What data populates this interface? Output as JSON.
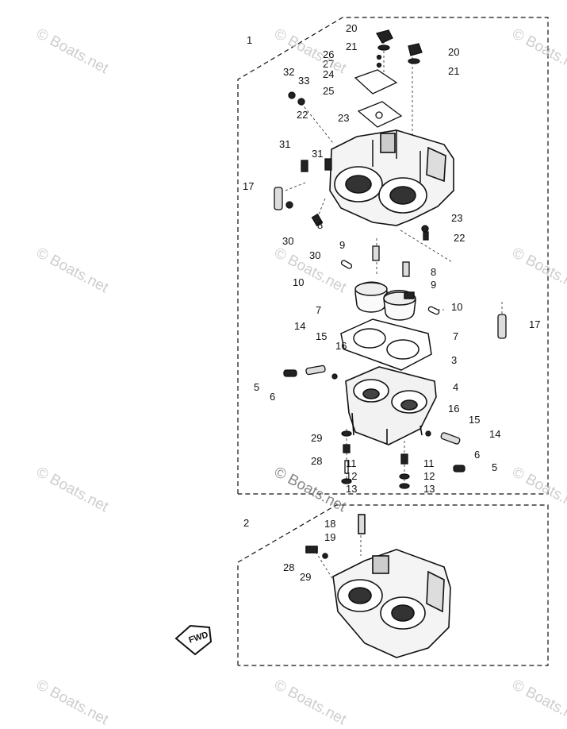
{
  "watermark": "© Boats.net",
  "fwd_label": "FWD",
  "groups": [
    "1",
    "2"
  ],
  "labels": {
    "l20a": "20",
    "l21a": "21",
    "l26": "26",
    "l27": "27",
    "l24": "24",
    "l25": "25",
    "l20b": "20",
    "l21b": "21",
    "l32": "32",
    "l33": "33",
    "l22a": "22",
    "l23a": "23",
    "l31a": "31",
    "l31b": "31",
    "l17a": "17",
    "l30a": "30",
    "l30b": "30",
    "l8a": "8",
    "l23b": "23",
    "l22b": "22",
    "l9a": "9",
    "l8b": "8",
    "l9b": "9",
    "l10a": "10",
    "l7a": "7",
    "l10b": "10",
    "l17b": "17",
    "l14a": "14",
    "l15a": "15",
    "l16a": "16",
    "l7b": "7",
    "l3": "3",
    "l4": "4",
    "l5a": "5",
    "l6a": "6",
    "l16b": "16",
    "l15b": "15",
    "l14b": "14",
    "l29a": "29",
    "l6b": "6",
    "l28a": "28",
    "l11a": "11",
    "l11b": "11",
    "l12a": "12",
    "l12b": "12",
    "l5b": "5",
    "l13a": "13",
    "l13b": "13",
    "l18": "18",
    "l19": "19",
    "l28b": "28",
    "l29b": "29"
  }
}
